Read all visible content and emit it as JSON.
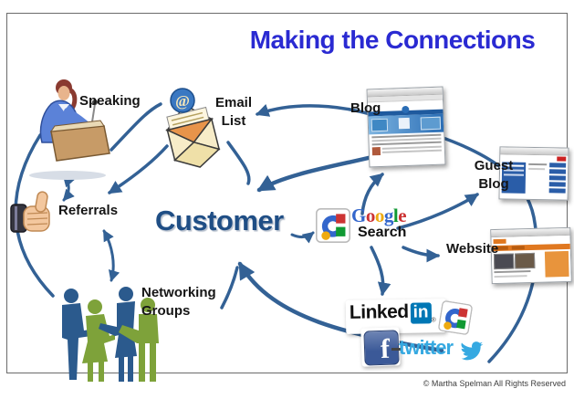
{
  "title": "Making the Connections",
  "copyright": "© Martha Spelman All Rights Reserved",
  "colors": {
    "title_blue": "#2a2ad2",
    "arrow_blue": "#336195",
    "customer_navy": "#1f4e85",
    "label_black": "#151515",
    "linkedin_blue": "#0077b5",
    "facebook_blue": "#3b5998",
    "twitter_blue": "#36a9e1",
    "google_blue": "#3366cc",
    "google_red": "#cc3333",
    "google_yellow": "#eeaa11",
    "google_green": "#109933"
  },
  "nodes": {
    "speaking": {
      "label": "Speaking"
    },
    "email_list": {
      "line1": "Email",
      "line2": "List"
    },
    "blog": {
      "label": "Blog"
    },
    "guest_blog": {
      "line1": "Guest",
      "line2": "Blog"
    },
    "referrals": {
      "label": "Referrals"
    },
    "customer": {
      "label": "Customer"
    },
    "google_search": {
      "letters": [
        {
          "ch": "G",
          "style": "color:#3366cc"
        },
        {
          "ch": "o",
          "style": "color:#cc3333"
        },
        {
          "ch": "o",
          "style": "color:#eeaa11"
        },
        {
          "ch": "g",
          "style": "color:#3366cc"
        },
        {
          "ch": "l",
          "style": "color:#109933"
        },
        {
          "ch": "e",
          "style": "color:#cc3333"
        }
      ],
      "label": "Search"
    },
    "website": {
      "label": "Website"
    },
    "networking": {
      "line1": "Networking",
      "line2": "Groups"
    },
    "linkedin": {
      "word": "Linked",
      "in_box": "in",
      "reg": "®"
    },
    "facebook": {
      "letter": "f"
    },
    "twitter": {
      "word": "twitter"
    }
  },
  "edges": [
    {
      "from": "speaking",
      "to": "email-list",
      "style": "line"
    },
    {
      "from": "blog",
      "to": "email-list",
      "style": "arrow"
    },
    {
      "from": "email-list",
      "to": "customer",
      "style": "arrow"
    },
    {
      "from": "blog",
      "to": "customer",
      "style": "arrow"
    },
    {
      "from": "customer",
      "to": "google-search",
      "style": "arrow"
    },
    {
      "from": "google-search",
      "to": "blog",
      "style": "arrow"
    },
    {
      "from": "google-search",
      "to": "guest-blog",
      "style": "arrow"
    },
    {
      "from": "google-search",
      "to": "website",
      "style": "arrow"
    },
    {
      "from": "google-search",
      "to": "linkedin",
      "style": "arrow"
    },
    {
      "from": "social-media",
      "to": "customer",
      "style": "arrow"
    },
    {
      "from": "networking-groups",
      "to": "customer",
      "style": "arrow"
    },
    {
      "from": "customer",
      "to": "referrals",
      "style": "arrow"
    },
    {
      "from": "speaking",
      "to": "referrals",
      "style": "double-arrow"
    },
    {
      "from": "referrals",
      "to": "networking-groups",
      "style": "double-arrow"
    },
    {
      "from": "speaking",
      "to": "networking-groups",
      "style": "arc"
    },
    {
      "from": "blog",
      "to": "social-media",
      "style": "arc"
    }
  ]
}
